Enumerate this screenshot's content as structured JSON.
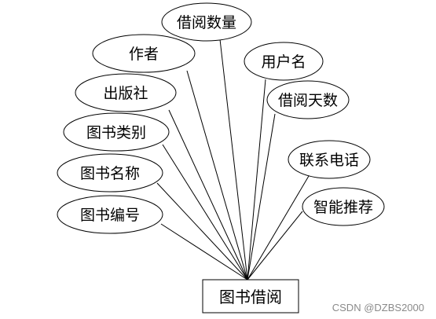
{
  "entity": {
    "label": "图书借阅"
  },
  "attributes": [
    {
      "key": "borrow_count",
      "label": "借阅数量"
    },
    {
      "key": "author",
      "label": "作者"
    },
    {
      "key": "username",
      "label": "用户名"
    },
    {
      "key": "publisher",
      "label": "出版社"
    },
    {
      "key": "borrow_days",
      "label": "借阅天数"
    },
    {
      "key": "book_category",
      "label": "图书类别"
    },
    {
      "key": "contact_phone",
      "label": "联系电话"
    },
    {
      "key": "book_name",
      "label": "图书名称"
    },
    {
      "key": "smart_recommend",
      "label": "智能推荐"
    },
    {
      "key": "book_number",
      "label": "图书编号"
    }
  ],
  "watermark": "CSDN @DZBS2000"
}
